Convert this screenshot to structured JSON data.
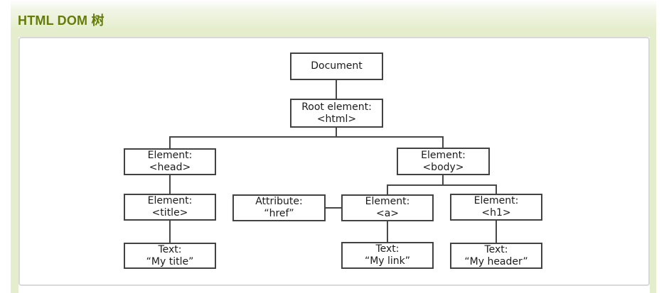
{
  "header": {
    "title": "HTML DOM 树"
  },
  "colors": {
    "heading_text": "#657b0b",
    "band_background": "#e5eecc",
    "panel_border": "#d9d9d9",
    "node_border": "#424242",
    "node_text": "#1b1b1b",
    "connector": "#474747"
  },
  "tree": {
    "nodes": [
      {
        "id": "document",
        "line1": "Document",
        "line2": ""
      },
      {
        "id": "root",
        "line1": "Root element:",
        "line2": "<html>"
      },
      {
        "id": "head",
        "line1": "Element:",
        "line2": "<head>"
      },
      {
        "id": "body",
        "line1": "Element:",
        "line2": "<body>"
      },
      {
        "id": "title",
        "line1": "Element:",
        "line2": "<title>"
      },
      {
        "id": "href",
        "line1": "Attribute:",
        "line2": "“href”"
      },
      {
        "id": "a",
        "line1": "Element:",
        "line2": "<a>"
      },
      {
        "id": "h1",
        "line1": "Element:",
        "line2": "<h1>"
      },
      {
        "id": "text-title",
        "line1": "Text:",
        "line2": "“My title”"
      },
      {
        "id": "text-link",
        "line1": "Text:",
        "line2": "“My link”"
      },
      {
        "id": "text-header",
        "line1": "Text:",
        "line2": "“My header”"
      }
    ]
  }
}
